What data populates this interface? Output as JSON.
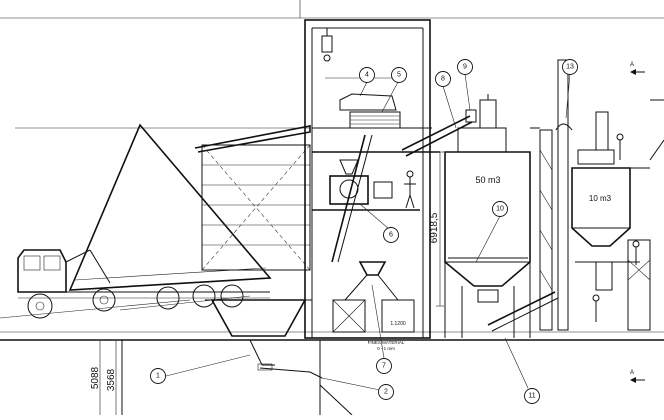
{
  "balloons": [
    {
      "num": "1"
    },
    {
      "num": "2"
    },
    {
      "num": "4"
    },
    {
      "num": "5"
    },
    {
      "num": "6"
    },
    {
      "num": "7"
    },
    {
      "num": "8"
    },
    {
      "num": "9"
    },
    {
      "num": "10"
    },
    {
      "num": "11"
    },
    {
      "num": "13"
    }
  ],
  "tank_main": {
    "volume_label": "50 m3"
  },
  "tank_small": {
    "volume_label": "10 m3"
  },
  "bin_label": "1.1200",
  "fines": {
    "line1": "FINES MATERIAL",
    "line2": "0 - 1 mm"
  },
  "dimensions": {
    "tank_height": "6918,5",
    "pit_depth_outer": "5088",
    "pit_depth_inner": "3568"
  },
  "section_marks": {
    "top": "A",
    "bottom": "A"
  }
}
